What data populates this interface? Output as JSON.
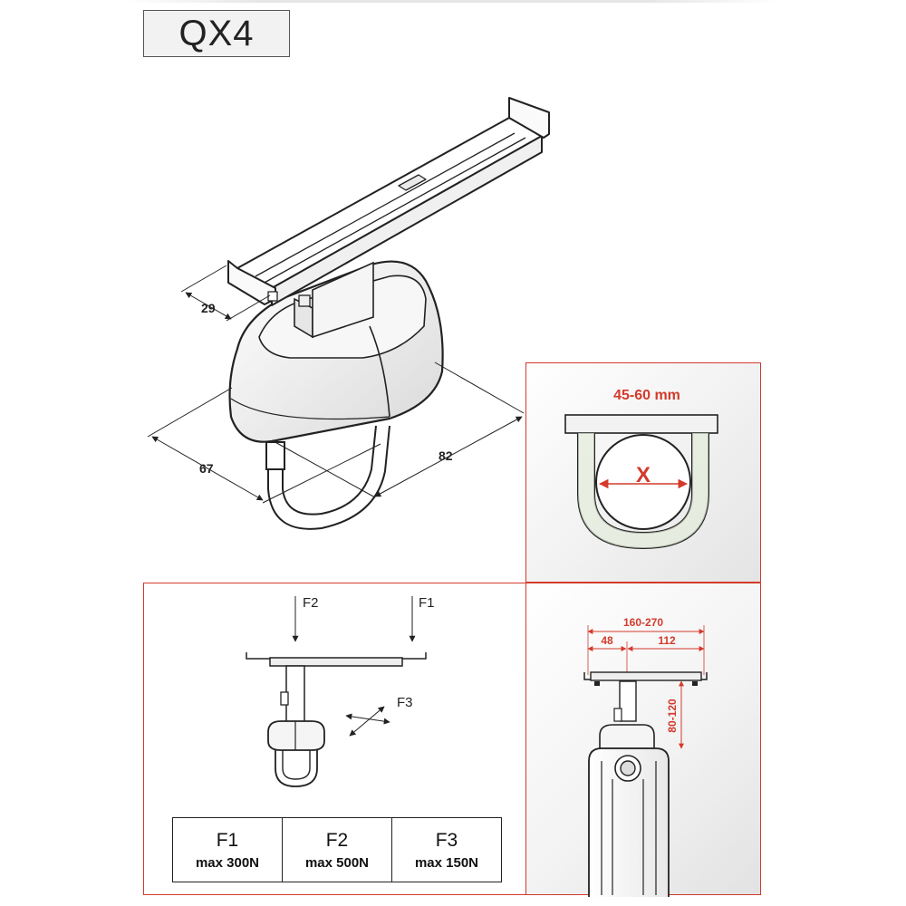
{
  "model": "QX4",
  "dimensions": {
    "width_29": "29",
    "depth_67": "67",
    "length_82": "82"
  },
  "pipe_panel": {
    "diameter_range": "45-60 mm",
    "diameter_symbol": "X"
  },
  "force_labels": {
    "f1": "F1",
    "f2": "F2",
    "f3": "F3"
  },
  "force_table": [
    {
      "name": "F1",
      "max": "max 300N"
    },
    {
      "name": "F2",
      "max": "max 500N"
    },
    {
      "name": "F3",
      "max": "max 150N"
    }
  ],
  "radiator_panel": {
    "width_range": "160-270",
    "offset_left": "48",
    "offset_right": "112",
    "height_range": "80-120"
  },
  "colors": {
    "accent_red": "#d33a2c",
    "line": "#222222",
    "pipe_fill": "#dde8d3"
  }
}
